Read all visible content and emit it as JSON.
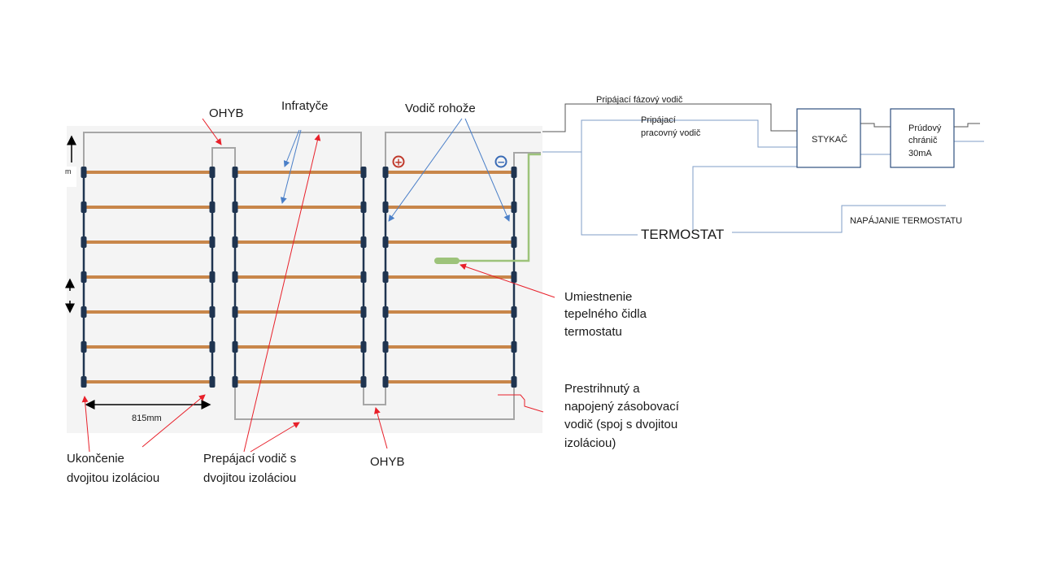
{
  "labels": {
    "ohyb_top": "OHYB",
    "infratyce": "Infratyče",
    "vodic_rohoze": "Vodič rohože",
    "dimension": "815mm",
    "dimension_left": "m",
    "ukoncenie": [
      "Ukončenie",
      "dvojitou izoláciou"
    ],
    "prepajaci": [
      "Prepájací vodič s",
      "dvojitou izoláciou"
    ],
    "ohyb_bottom": "OHYB",
    "umiestnenie": [
      "Umiestnenie",
      "tepelného čidla",
      "termostatu"
    ],
    "prestrihnuty": [
      "Prestrihnutý a",
      "napojený zásobovací",
      "vodič (spoj s dvojitou",
      "izoláciou)"
    ],
    "plus_symbol": "+",
    "minus_symbol": "−"
  },
  "wiring": {
    "fazovy": "Pripájací fázový vodič",
    "pracovny": [
      "Pripájací",
      "pracovný vodič"
    ],
    "stykac": "STYKAČ",
    "chranic": [
      "Prúdový",
      "chránič",
      "30mA"
    ],
    "termostat": "TERMOSTAT",
    "napajanie": "NAPÁJANIE TERMOSTATU"
  },
  "colors": {
    "rod": "#c8864a",
    "wire": "#a6a6a6",
    "connector": "#1f3450",
    "red_arrow": "#e8202a",
    "blue_arrow": "#4a7fc8",
    "green": "#9dc37a",
    "plus": "#c0392b",
    "minus": "#3a6bb5",
    "box_border": "#2f4f7f",
    "wiring_line": "#7f9cc7"
  }
}
